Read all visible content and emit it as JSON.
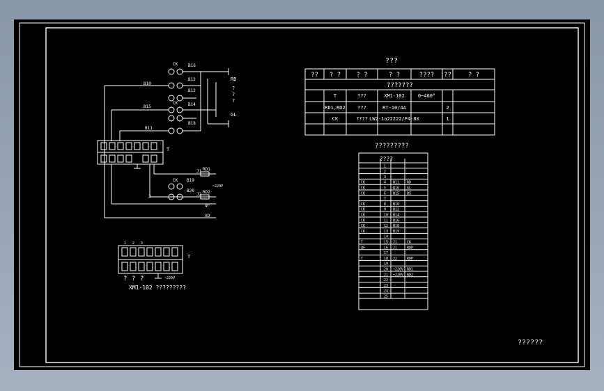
{
  "drawing": {
    "spec_title": "???",
    "table_headers": [
      "??",
      "? ?",
      "? ?",
      "? ?",
      "????",
      "??",
      "? ?"
    ],
    "table_subheader": "???????",
    "table_rows": [
      [
        "",
        "T",
        "???",
        "XM1-102",
        "0~400°",
        "",
        ""
      ],
      [
        "",
        "RD1,RD2",
        "???",
        "RT-10/4A",
        "",
        "2",
        ""
      ],
      [
        "",
        "CK",
        "????",
        "LW2-1a22222/F4-8X",
        "",
        "1",
        ""
      ],
      [
        "",
        "",
        "",
        "",
        "",
        "",
        ""
      ]
    ],
    "terminal_table_title": "?????????",
    "terminal_header": "????",
    "terminal_rows": [
      [
        "",
        "1",
        "",
        ""
      ],
      [
        "",
        "2",
        "",
        ""
      ],
      [
        "",
        "3",
        "",
        ""
      ],
      [
        "CK",
        "4",
        "B11",
        "RD"
      ],
      [
        "CK",
        "5",
        "B16",
        "GL"
      ],
      [
        "CK",
        "6",
        "B15",
        "BS"
      ],
      [
        "",
        "7",
        "",
        ""
      ],
      [
        "CK",
        "8",
        "B10",
        ""
      ],
      [
        "CK",
        "9",
        "B12",
        ""
      ],
      [
        "CK",
        "10",
        "B14",
        ""
      ],
      [
        "CK",
        "11",
        "B16",
        ""
      ],
      [
        "CK",
        "12",
        "B18",
        ""
      ],
      [
        "CK",
        "13",
        "B19",
        ""
      ],
      [
        "",
        "14",
        "",
        ""
      ],
      [
        "T",
        "15",
        "J1",
        "CK"
      ],
      [
        "QF",
        "16",
        "J1",
        "RDP"
      ],
      [
        "",
        "17",
        "",
        ""
      ],
      [
        "T",
        "18",
        "J2",
        "RDP"
      ],
      [
        "",
        "19",
        "",
        ""
      ],
      [
        "",
        "20",
        "~220V",
        "RD1"
      ],
      [
        "",
        "21",
        "~220V",
        "RD2"
      ],
      [
        "",
        "22",
        "",
        ""
      ],
      [
        "",
        "23",
        "",
        ""
      ],
      [
        "",
        "24",
        "",
        ""
      ],
      [
        "",
        "25",
        "",
        ""
      ]
    ],
    "schematic_labels": {
      "l1": "B10",
      "l2": "B15",
      "l3": "B11",
      "ck1": "CK",
      "b16": "B16",
      "b12a": "B12",
      "b12b": "B12",
      "b14": "B14",
      "b18": "B18",
      "ck2": "CK",
      "ck3": "CK",
      "b19": "B19",
      "b20": "B20",
      "side_r": "RD",
      "side_q1": "?",
      "side_q2": "?",
      "side_q3": "?",
      "side_g": "GL",
      "terminal_t": "T",
      "rd1": "RD1",
      "rd2": "RD2",
      "j1": "J1",
      "j2": "J2",
      "v220": "~220V",
      "qf": "QF",
      "xd": "XD",
      "n1": "1",
      "n2": "2"
    },
    "block_numbers": [
      "1",
      "2",
      "3"
    ],
    "block_t": "T",
    "block_sym": [
      "?",
      "?",
      "?"
    ],
    "block_v220": "~220V",
    "block_caption": "XM1-102 ?????????",
    "title_block": "??????",
    "colors": {
      "background": "#000000",
      "line": "#ffffff",
      "frame_outer": "#8a97a9"
    }
  }
}
